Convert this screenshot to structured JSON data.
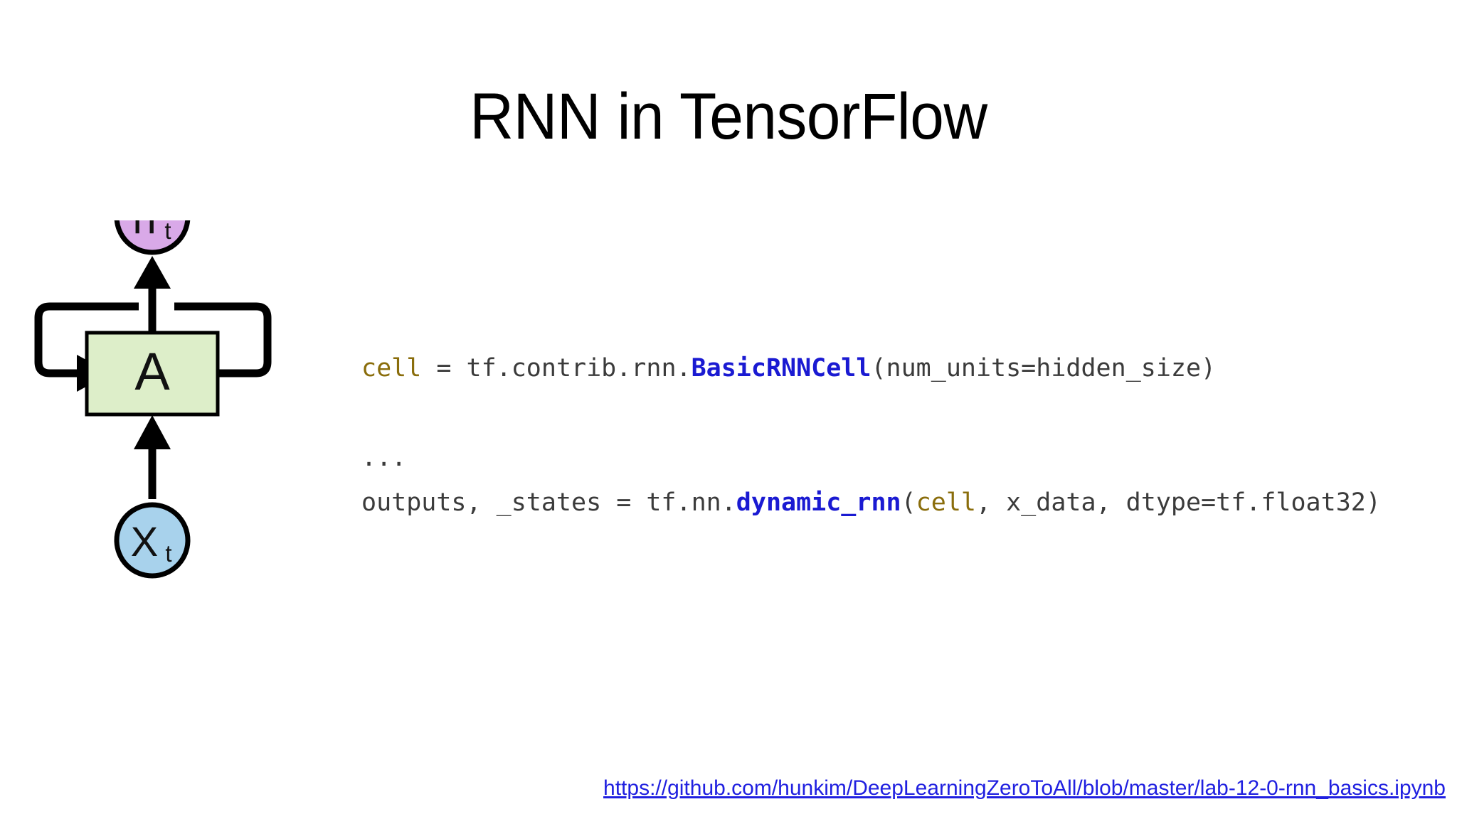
{
  "slide": {
    "title": "RNN in TensorFlow",
    "background_color": "#ffffff"
  },
  "diagram": {
    "name": "rnn-unrolled-cell-diagram",
    "output_node": {
      "label": "h",
      "subscript": "t",
      "fill_color": "#d9a9e8",
      "stroke_color": "#000000",
      "shape": "circle"
    },
    "cell_node": {
      "label": "A",
      "fill_color": "#ddeec9",
      "stroke_color": "#000000",
      "shape": "rectangle"
    },
    "input_node": {
      "label": "X",
      "subscript": "t",
      "fill_color": "#a8d2ec",
      "stroke_color": "#000000",
      "shape": "circle"
    },
    "recurrent_loop_label": "self-loop",
    "arrow_color": "#000000"
  },
  "code": {
    "language": "python",
    "lines": [
      {
        "id": "line-cell",
        "tokens": [
          {
            "text": "cell",
            "type": "var"
          },
          {
            "text": " = tf.contrib.rnn.",
            "type": "plain"
          },
          {
            "text": "BasicRNNCell",
            "type": "fn"
          },
          {
            "text": "(num_units=hidden_size)",
            "type": "plain"
          }
        ]
      },
      {
        "id": "line-ellipsis",
        "tokens": [
          {
            "text": "...",
            "type": "plain"
          }
        ]
      },
      {
        "id": "line-dynamic-rnn",
        "tokens": [
          {
            "text": "outputs, _states = tf.nn.",
            "type": "plain"
          },
          {
            "text": "dynamic_rnn",
            "type": "fn"
          },
          {
            "text": "(",
            "type": "plain"
          },
          {
            "text": "cell",
            "type": "var"
          },
          {
            "text": ", x_data, dtype=tf.float32)",
            "type": "plain"
          }
        ]
      }
    ],
    "colors": {
      "variable": "#8a6d0b",
      "function": "#1a1ad2",
      "plain": "#3b3b3b"
    }
  },
  "footer": {
    "link_text": "https://github.com/hunkim/DeepLearningZeroToAll/blob/master/lab-12-0-rnn_basics.ipynb",
    "link_color": "#2020e0"
  }
}
